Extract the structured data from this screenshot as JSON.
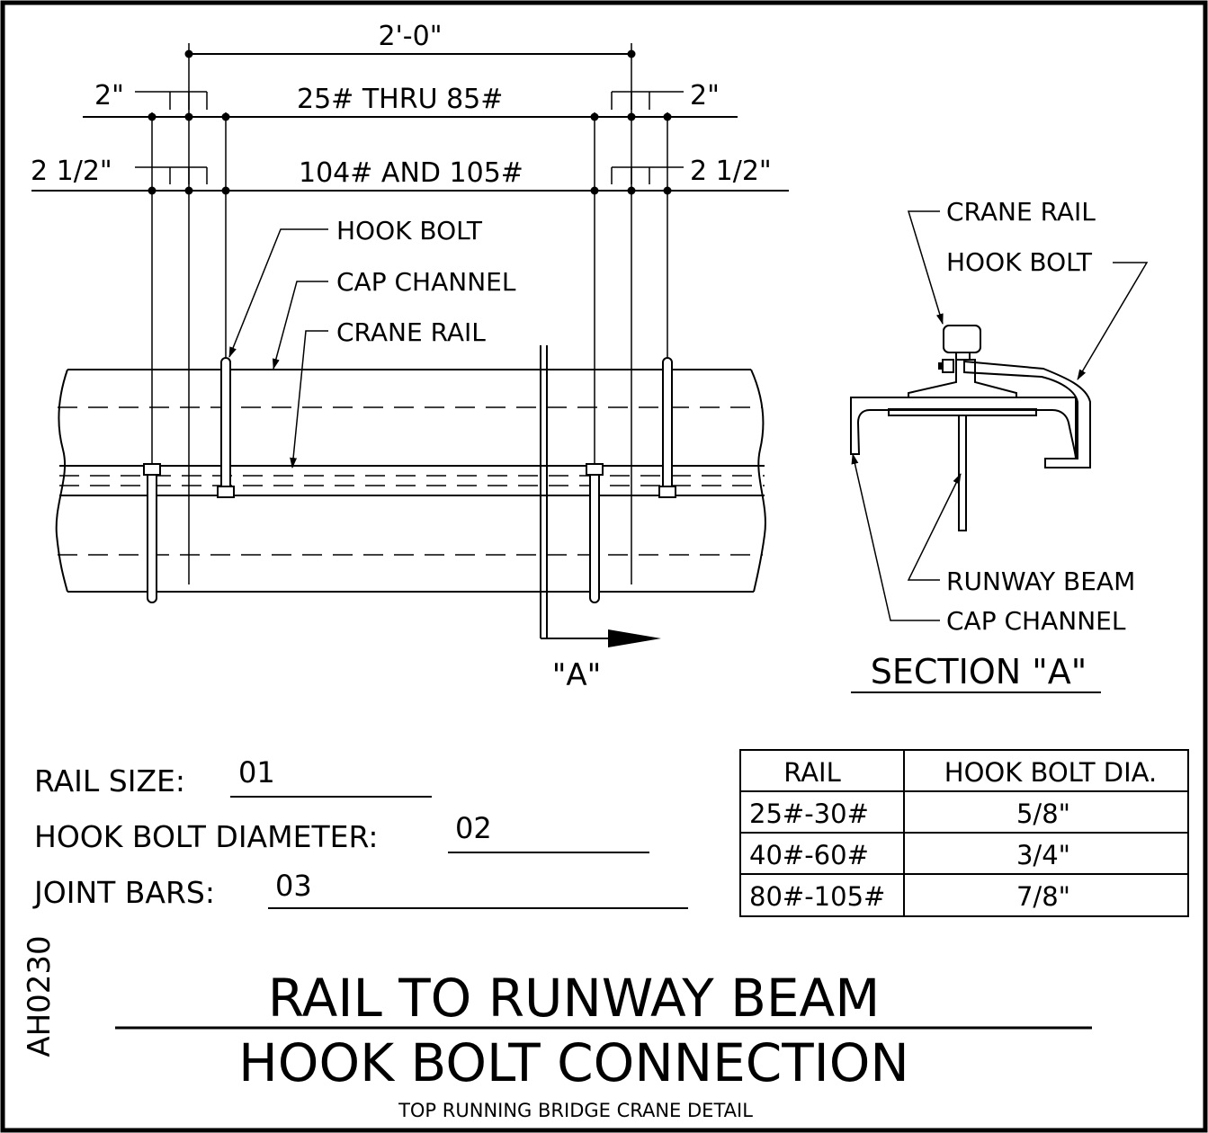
{
  "dimensions": {
    "overall": "2'-0\"",
    "row1_left": "2\"",
    "row1_center": "25# THRU 85#",
    "row1_right": "2\"",
    "row2_left": "2 1/2\"",
    "row2_center": "104# AND 105#",
    "row2_right": "2 1/2\""
  },
  "elevation_callouts": {
    "hook_bolt": "HOOK BOLT",
    "cap_channel": "CAP CHANNEL",
    "crane_rail": "CRANE RAIL"
  },
  "section_marker": "\"A\"",
  "section_callouts": {
    "crane_rail": "CRANE RAIL",
    "hook_bolt": "HOOK BOLT",
    "runway_beam": "RUNWAY BEAM",
    "cap_channel": "CAP CHANNEL"
  },
  "section_title": "SECTION \"A\"",
  "fields": [
    {
      "label": "RAIL SIZE:",
      "value": "01"
    },
    {
      "label": "HOOK BOLT DIAMETER:",
      "value": "02"
    },
    {
      "label": "JOINT BARS:",
      "value": "03"
    }
  ],
  "table": {
    "headers": [
      "RAIL",
      "HOOK BOLT DIA."
    ],
    "rows": [
      [
        "25#-30#",
        "5/8\""
      ],
      [
        "40#-60#",
        "3/4\""
      ],
      [
        "80#-105#",
        "7/8\""
      ]
    ]
  },
  "drawing_id": "AH0230",
  "title_line1": "RAIL TO RUNWAY BEAM",
  "title_line2": "HOOK BOLT CONNECTION",
  "subtitle": "TOP RUNNING BRIDGE CRANE DETAIL"
}
